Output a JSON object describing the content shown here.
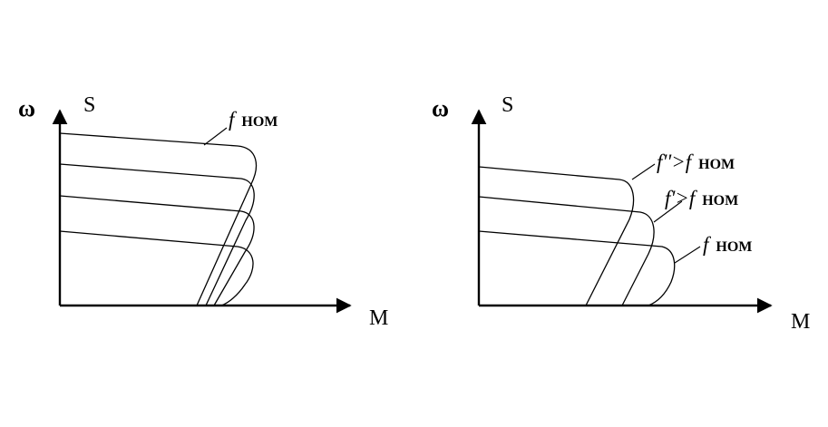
{
  "left_diagram": {
    "y_symbol": "ω",
    "y_label": "S",
    "x_label": "M",
    "curve_labels": [
      {
        "f": "f",
        "suffix": "НОМ"
      }
    ]
  },
  "right_diagram": {
    "y_symbol": "ω",
    "y_label": "S",
    "x_label": "M",
    "curve_labels": [
      {
        "f": "f''>f",
        "suffix": "НОМ"
      },
      {
        "f": "f'>f",
        "suffix": "НОМ"
      },
      {
        "f": "f",
        "suffix": "НОМ"
      }
    ]
  }
}
